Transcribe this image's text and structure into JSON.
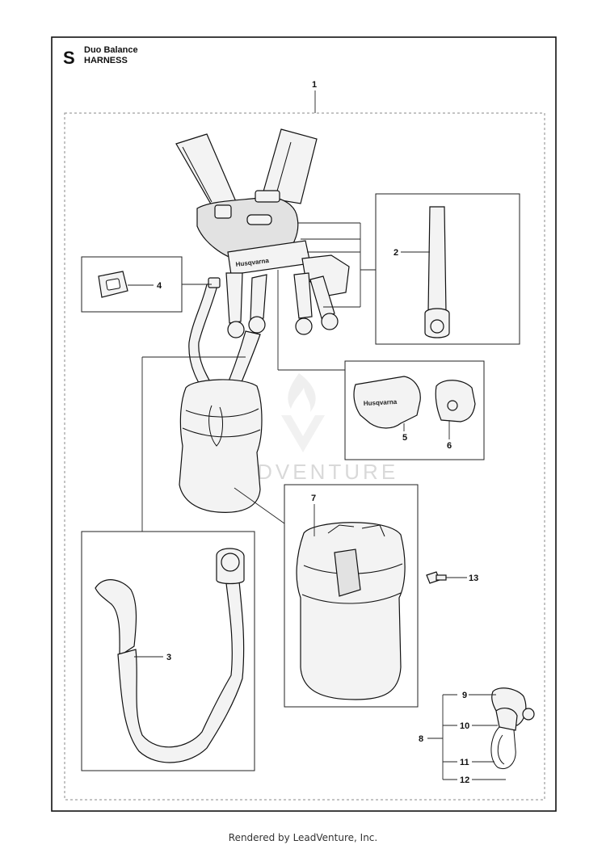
{
  "header": {
    "section_letter": "S",
    "model": "Duo Balance",
    "title": "HARNESS"
  },
  "watermark": "LEADVENTURE",
  "brand_print": "Husqvarna",
  "callouts": {
    "c1": "1",
    "c2": "2",
    "c3": "3",
    "c4": "4",
    "c5": "5",
    "c6": "6",
    "c7": "7",
    "c8": "8",
    "c9": "9",
    "c10": "10",
    "c11": "11",
    "c12": "12",
    "c13": "13"
  },
  "footer": "Rendered by LeadVenture, Inc."
}
